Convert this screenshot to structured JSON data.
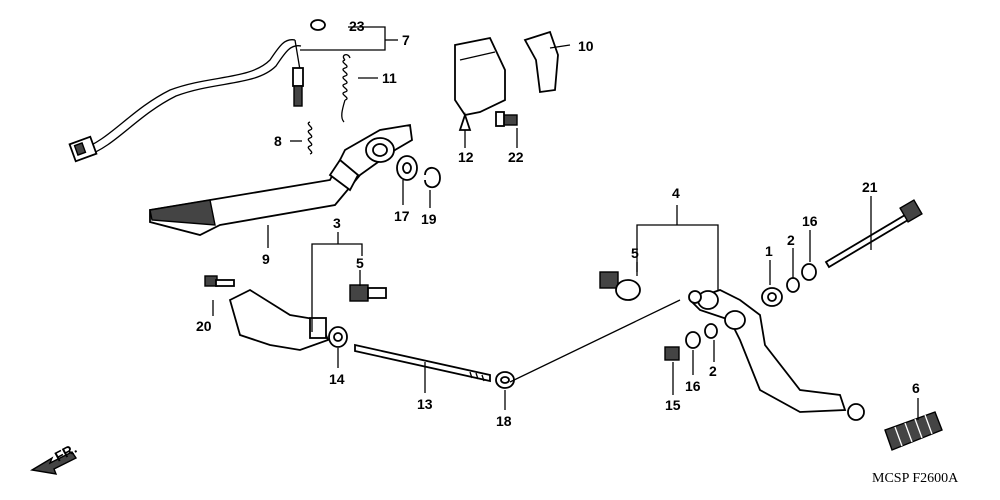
{
  "labels": {
    "p1": "1",
    "p2a": "2",
    "p2b": "2",
    "p3": "3",
    "p4": "4",
    "p5a": "5",
    "p5b": "5",
    "p6": "6",
    "p7": "7",
    "p8": "8",
    "p9": "9",
    "p10": "10",
    "p11": "11",
    "p12": "12",
    "p13": "13",
    "p14": "14",
    "p15": "15",
    "p16a": "16",
    "p16b": "16",
    "p17": "17",
    "p18": "18",
    "p19": "19",
    "p20": "20",
    "p21": "21",
    "p22": "22",
    "p23": "23"
  },
  "front_marker": "FR.",
  "diagram_code": "MCSP  F2600A"
}
